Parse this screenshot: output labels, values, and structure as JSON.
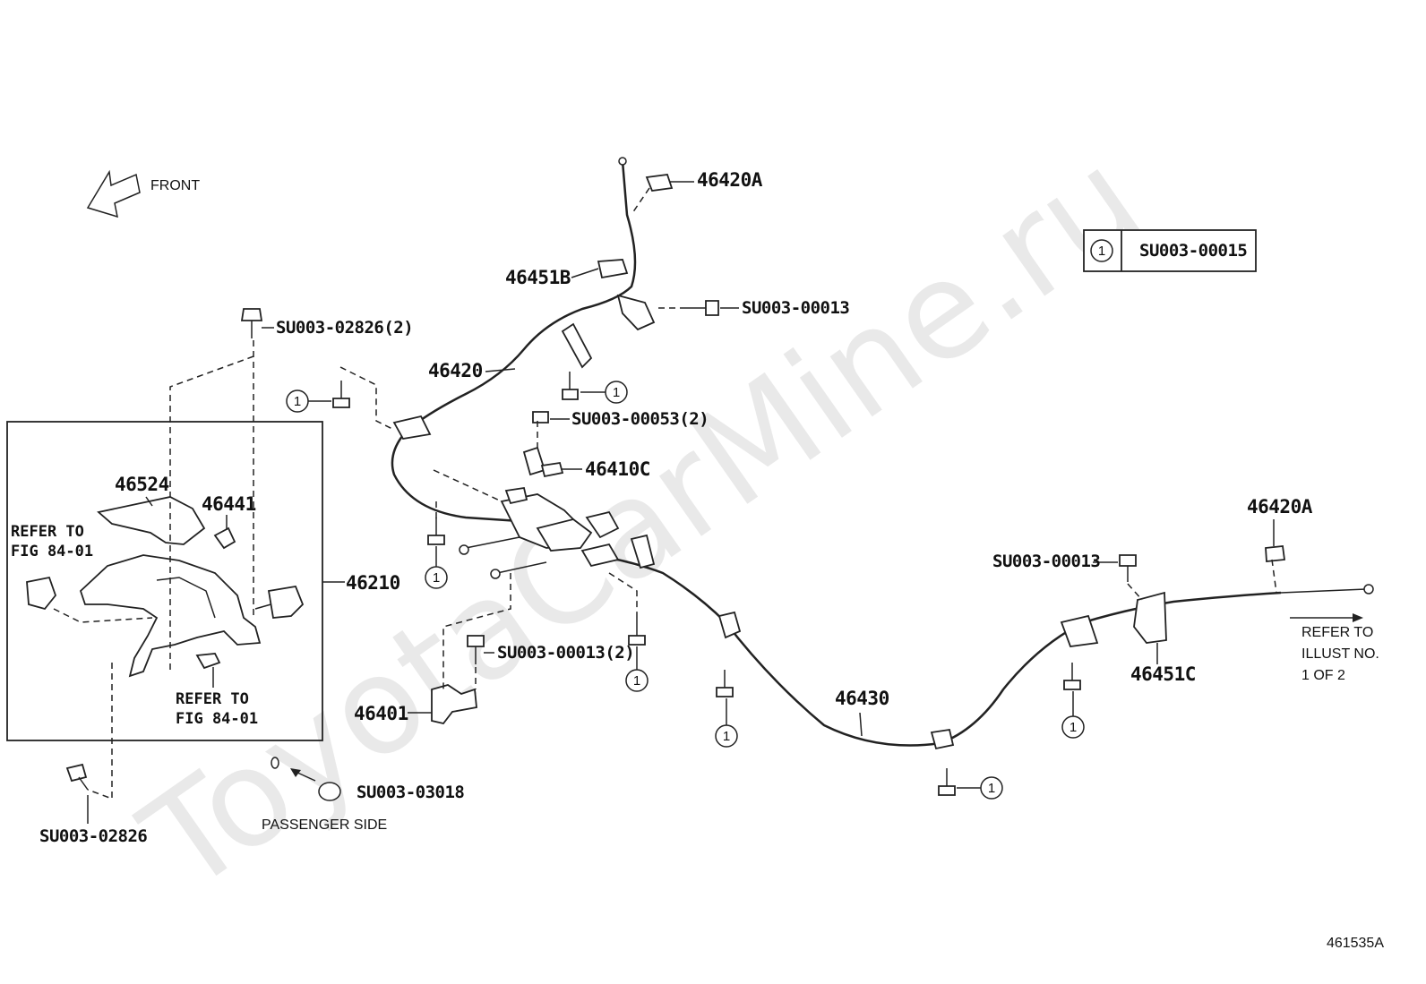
{
  "watermark": "ToyotaCarMine.ru",
  "legend": {
    "symbol": "1",
    "part": "SU003-00015"
  },
  "front": "FRONT",
  "diagram_id": "461535A",
  "labels": {
    "p46420A_top": "46420A",
    "p46451B": "46451B",
    "su_00013_top": "SU003-00013",
    "su_02826_2": "SU003-02826(2)",
    "p46420": "46420",
    "su_00053_2": "SU003-00053(2)",
    "p46410C": "46410C",
    "p46524": "46524",
    "p46441": "46441",
    "p46210": "46210",
    "su_00013_2": "SU003-00013(2)",
    "p46401": "46401",
    "p46430": "46430",
    "su_00013_right": "SU003-00013",
    "p46420A_right": "46420A",
    "p46451C": "46451C",
    "su_02826": "SU003-02826",
    "su_03018": "SU003-03018",
    "passenger": "PASSENGER SIDE",
    "refer_fig_a1": "REFER TO",
    "refer_fig_a2": "FIG 84-01",
    "refer_fig_b1": "REFER TO",
    "refer_fig_b2": "FIG 84-01",
    "refer_illust1": "REFER TO",
    "refer_illust2": "ILLUST NO.",
    "refer_illust3": "1 OF 2"
  },
  "callout_symbol": "1"
}
